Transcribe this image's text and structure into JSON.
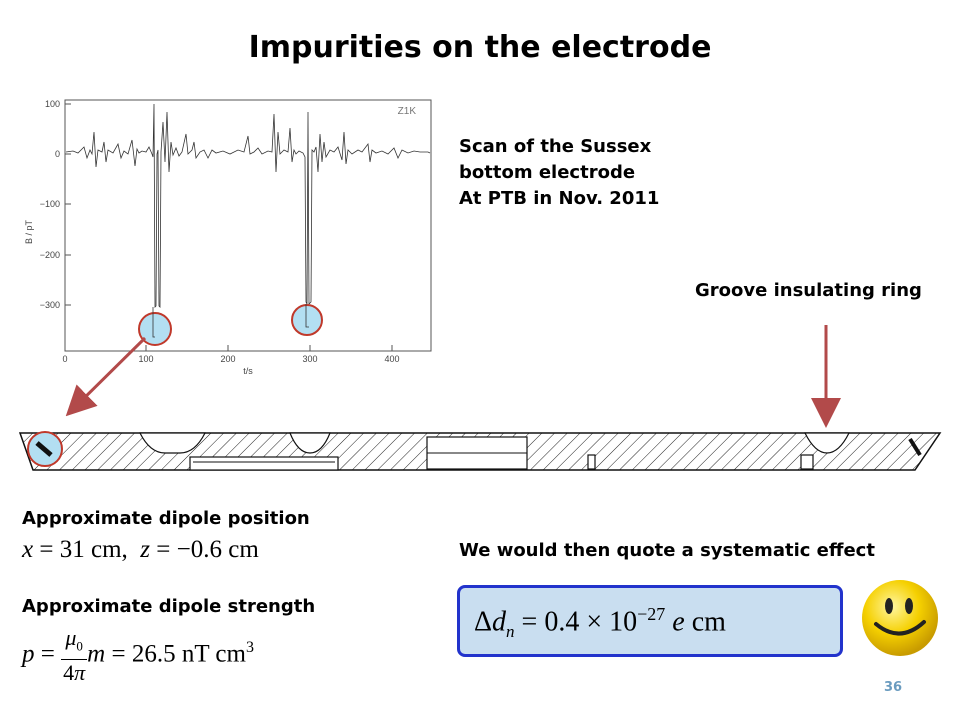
{
  "slide": {
    "title": "Impurities on the electrode",
    "page_number": "36"
  },
  "plot": {
    "corner_label": "Z1K",
    "ylabel": "B / pT",
    "xlabel": "t/s",
    "y_ticks": [
      "100",
      "0",
      "−100",
      "−200",
      "−300"
    ],
    "x_ticks": [
      "0",
      "100",
      "200",
      "300",
      "400"
    ]
  },
  "scan_caption": {
    "line1": "Scan of the Sussex",
    "line2": "bottom electrode",
    "line3": "At PTB in Nov. 2011"
  },
  "groove_label": "Groove insulating ring",
  "position": {
    "heading": "Approximate dipole position",
    "x_value": "31",
    "z_value": "−0.6",
    "unit": "cm"
  },
  "strength": {
    "heading": "Approximate dipole strength",
    "value": "26.5",
    "unit": "nT cm"
  },
  "systematic": {
    "heading": "We would then quote a systematic effect",
    "value": "0.4",
    "exponent": "−27",
    "unit": "cm"
  },
  "colors": {
    "arrow": "#b24a4a",
    "highlight_circle": "#c0392b",
    "highlight_fill": "#b3dff2",
    "formula_border": "#2233cc",
    "formula_fill": "#c9def0",
    "smiley": "#f5d000"
  },
  "icons": {
    "smiley": "smiley-face-icon"
  }
}
